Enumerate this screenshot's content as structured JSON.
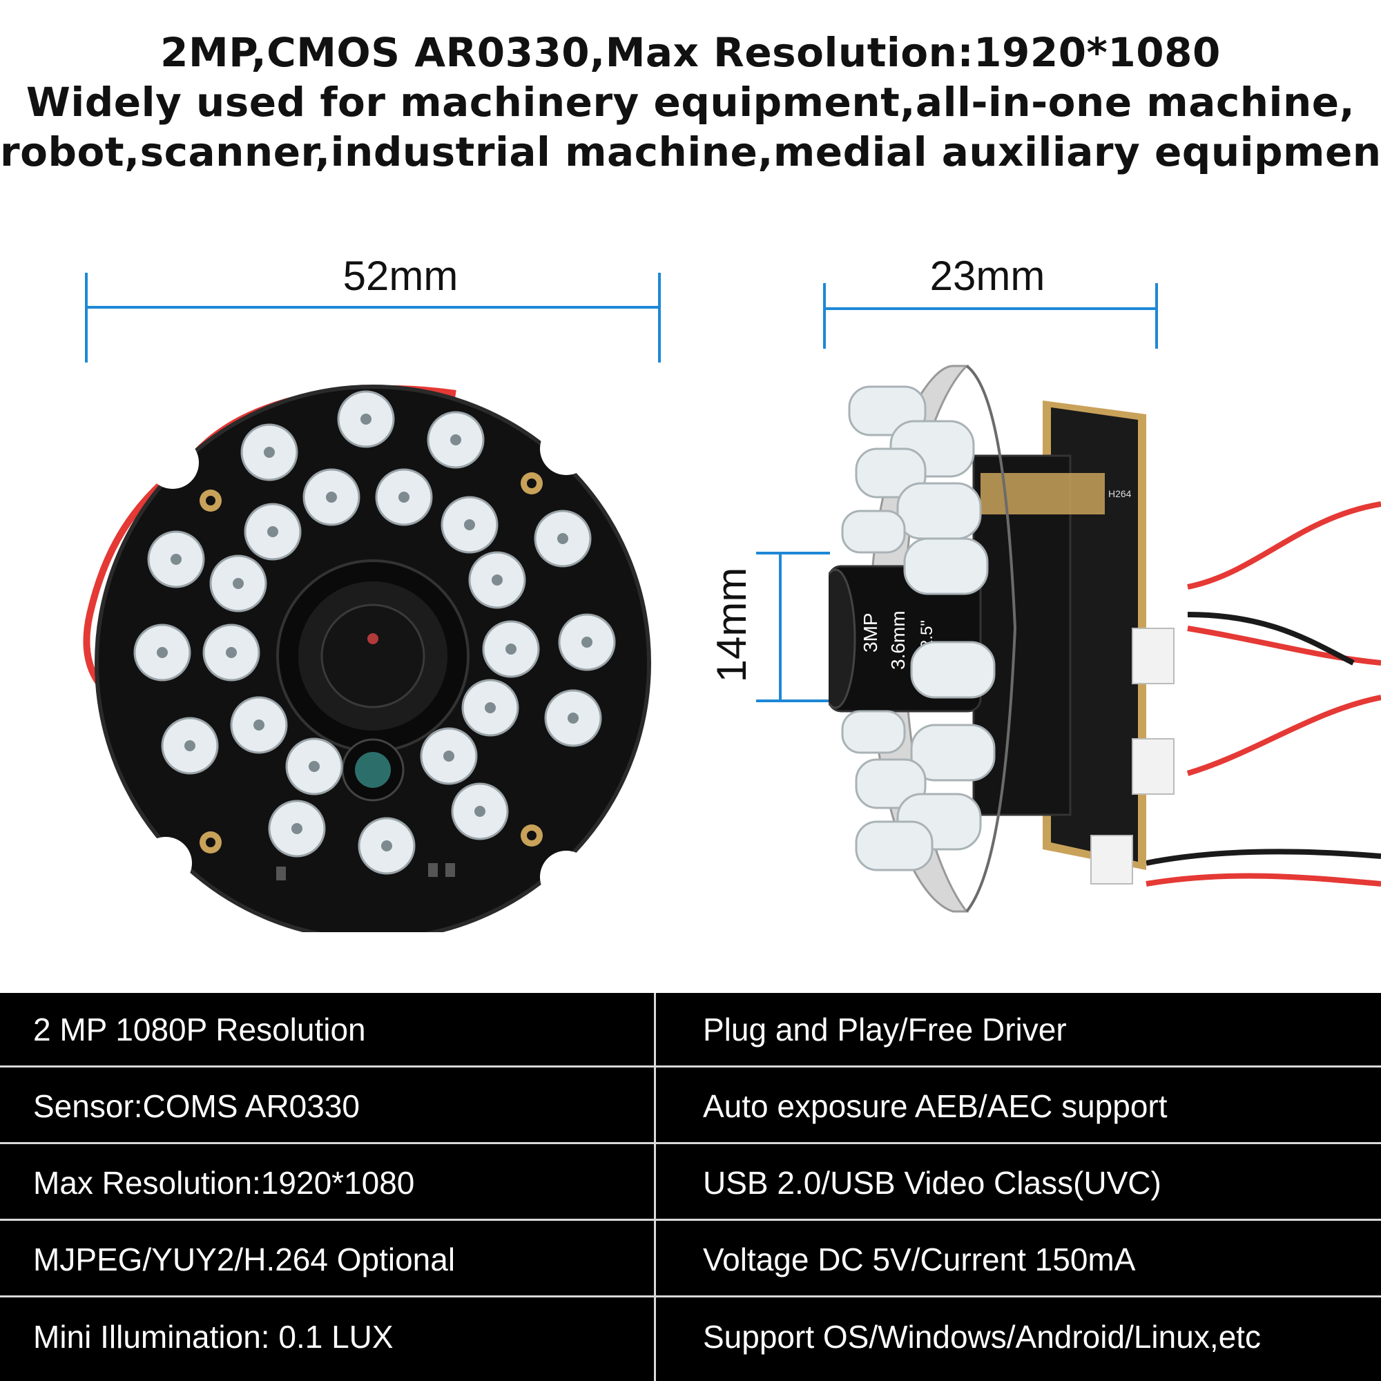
{
  "header": {
    "line1": "2MP,CMOS AR0330,Max Resolution:1920*1080",
    "line2": "Widely used for machinery equipment,all-in-one machine,",
    "line3": "robot,scanner,industrial machine,medial auxiliary equipment."
  },
  "dimensions": {
    "front_width": "52mm",
    "side_width": "23mm",
    "lens_height": "14mm",
    "line_color": "#1e88d6"
  },
  "colors": {
    "pcb": "#111111",
    "led": "#e6ecef",
    "wire_red": "#e53935",
    "wire_black": "#1a1a1a",
    "table_bg": "#000000",
    "table_text": "#ffffff"
  },
  "specs": {
    "rows": [
      {
        "left": "2 MP 1080P Resolution",
        "right": "Plug and Play/Free Driver"
      },
      {
        "left": "Sensor:COMS AR0330",
        "right": "Auto exposure AEB/AEC support"
      },
      {
        "left": "Max Resolution:1920*1080",
        "right": "USB 2.0/USB Video Class(UVC)"
      },
      {
        "left": "MJPEG/YUY2/H.264 Optional",
        "right": "Voltage DC 5V/Current 150mA"
      },
      {
        "left": "Mini Illumination: 0.1 LUX",
        "right": "Support OS/Windows/Android/Linux,etc"
      }
    ]
  },
  "lens_printing": {
    "text1": "3MP",
    "text2": "3.6mm",
    "text3": "1/2.5\"",
    "board_label": "H264"
  }
}
